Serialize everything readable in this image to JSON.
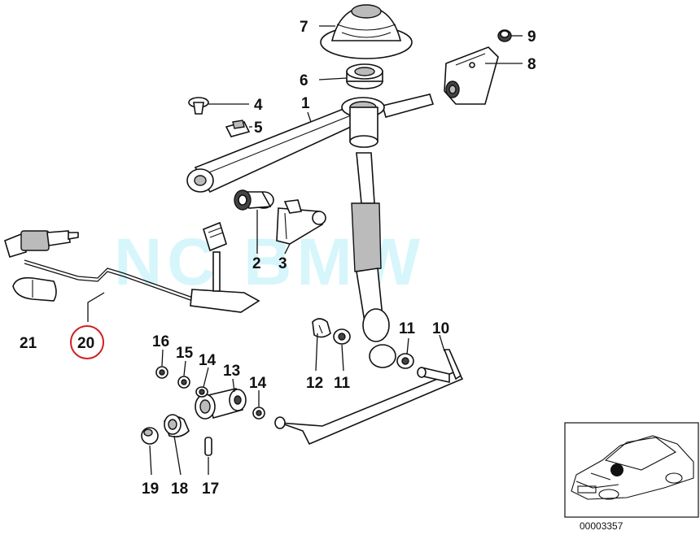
{
  "watermark": "NC BMW",
  "callouts": [
    {
      "id": "c1",
      "label": "1"
    },
    {
      "id": "c2",
      "label": "2"
    },
    {
      "id": "c3",
      "label": "3"
    },
    {
      "id": "c4",
      "label": "4"
    },
    {
      "id": "c5",
      "label": "5"
    },
    {
      "id": "c6",
      "label": "6"
    },
    {
      "id": "c7",
      "label": "7"
    },
    {
      "id": "c8",
      "label": "8"
    },
    {
      "id": "c9",
      "label": "9"
    },
    {
      "id": "c10",
      "label": "10"
    },
    {
      "id": "c11a",
      "label": "11"
    },
    {
      "id": "c11b",
      "label": "11"
    },
    {
      "id": "c12",
      "label": "12"
    },
    {
      "id": "c13",
      "label": "13"
    },
    {
      "id": "c14a",
      "label": "14"
    },
    {
      "id": "c14b",
      "label": "14"
    },
    {
      "id": "c15",
      "label": "15"
    },
    {
      "id": "c16",
      "label": "16"
    },
    {
      "id": "c17",
      "label": "17"
    },
    {
      "id": "c18",
      "label": "18"
    },
    {
      "id": "c19",
      "label": "19"
    },
    {
      "id": "c20",
      "label": "20",
      "highlighted": true
    },
    {
      "id": "c21",
      "label": "21"
    }
  ],
  "colors": {
    "highlight": "#d21f1f",
    "watermark": "#d6f6fb",
    "ink": "#111111"
  },
  "inset": {
    "diagram_number": "00003357",
    "icon": "car-silhouette-icon"
  }
}
